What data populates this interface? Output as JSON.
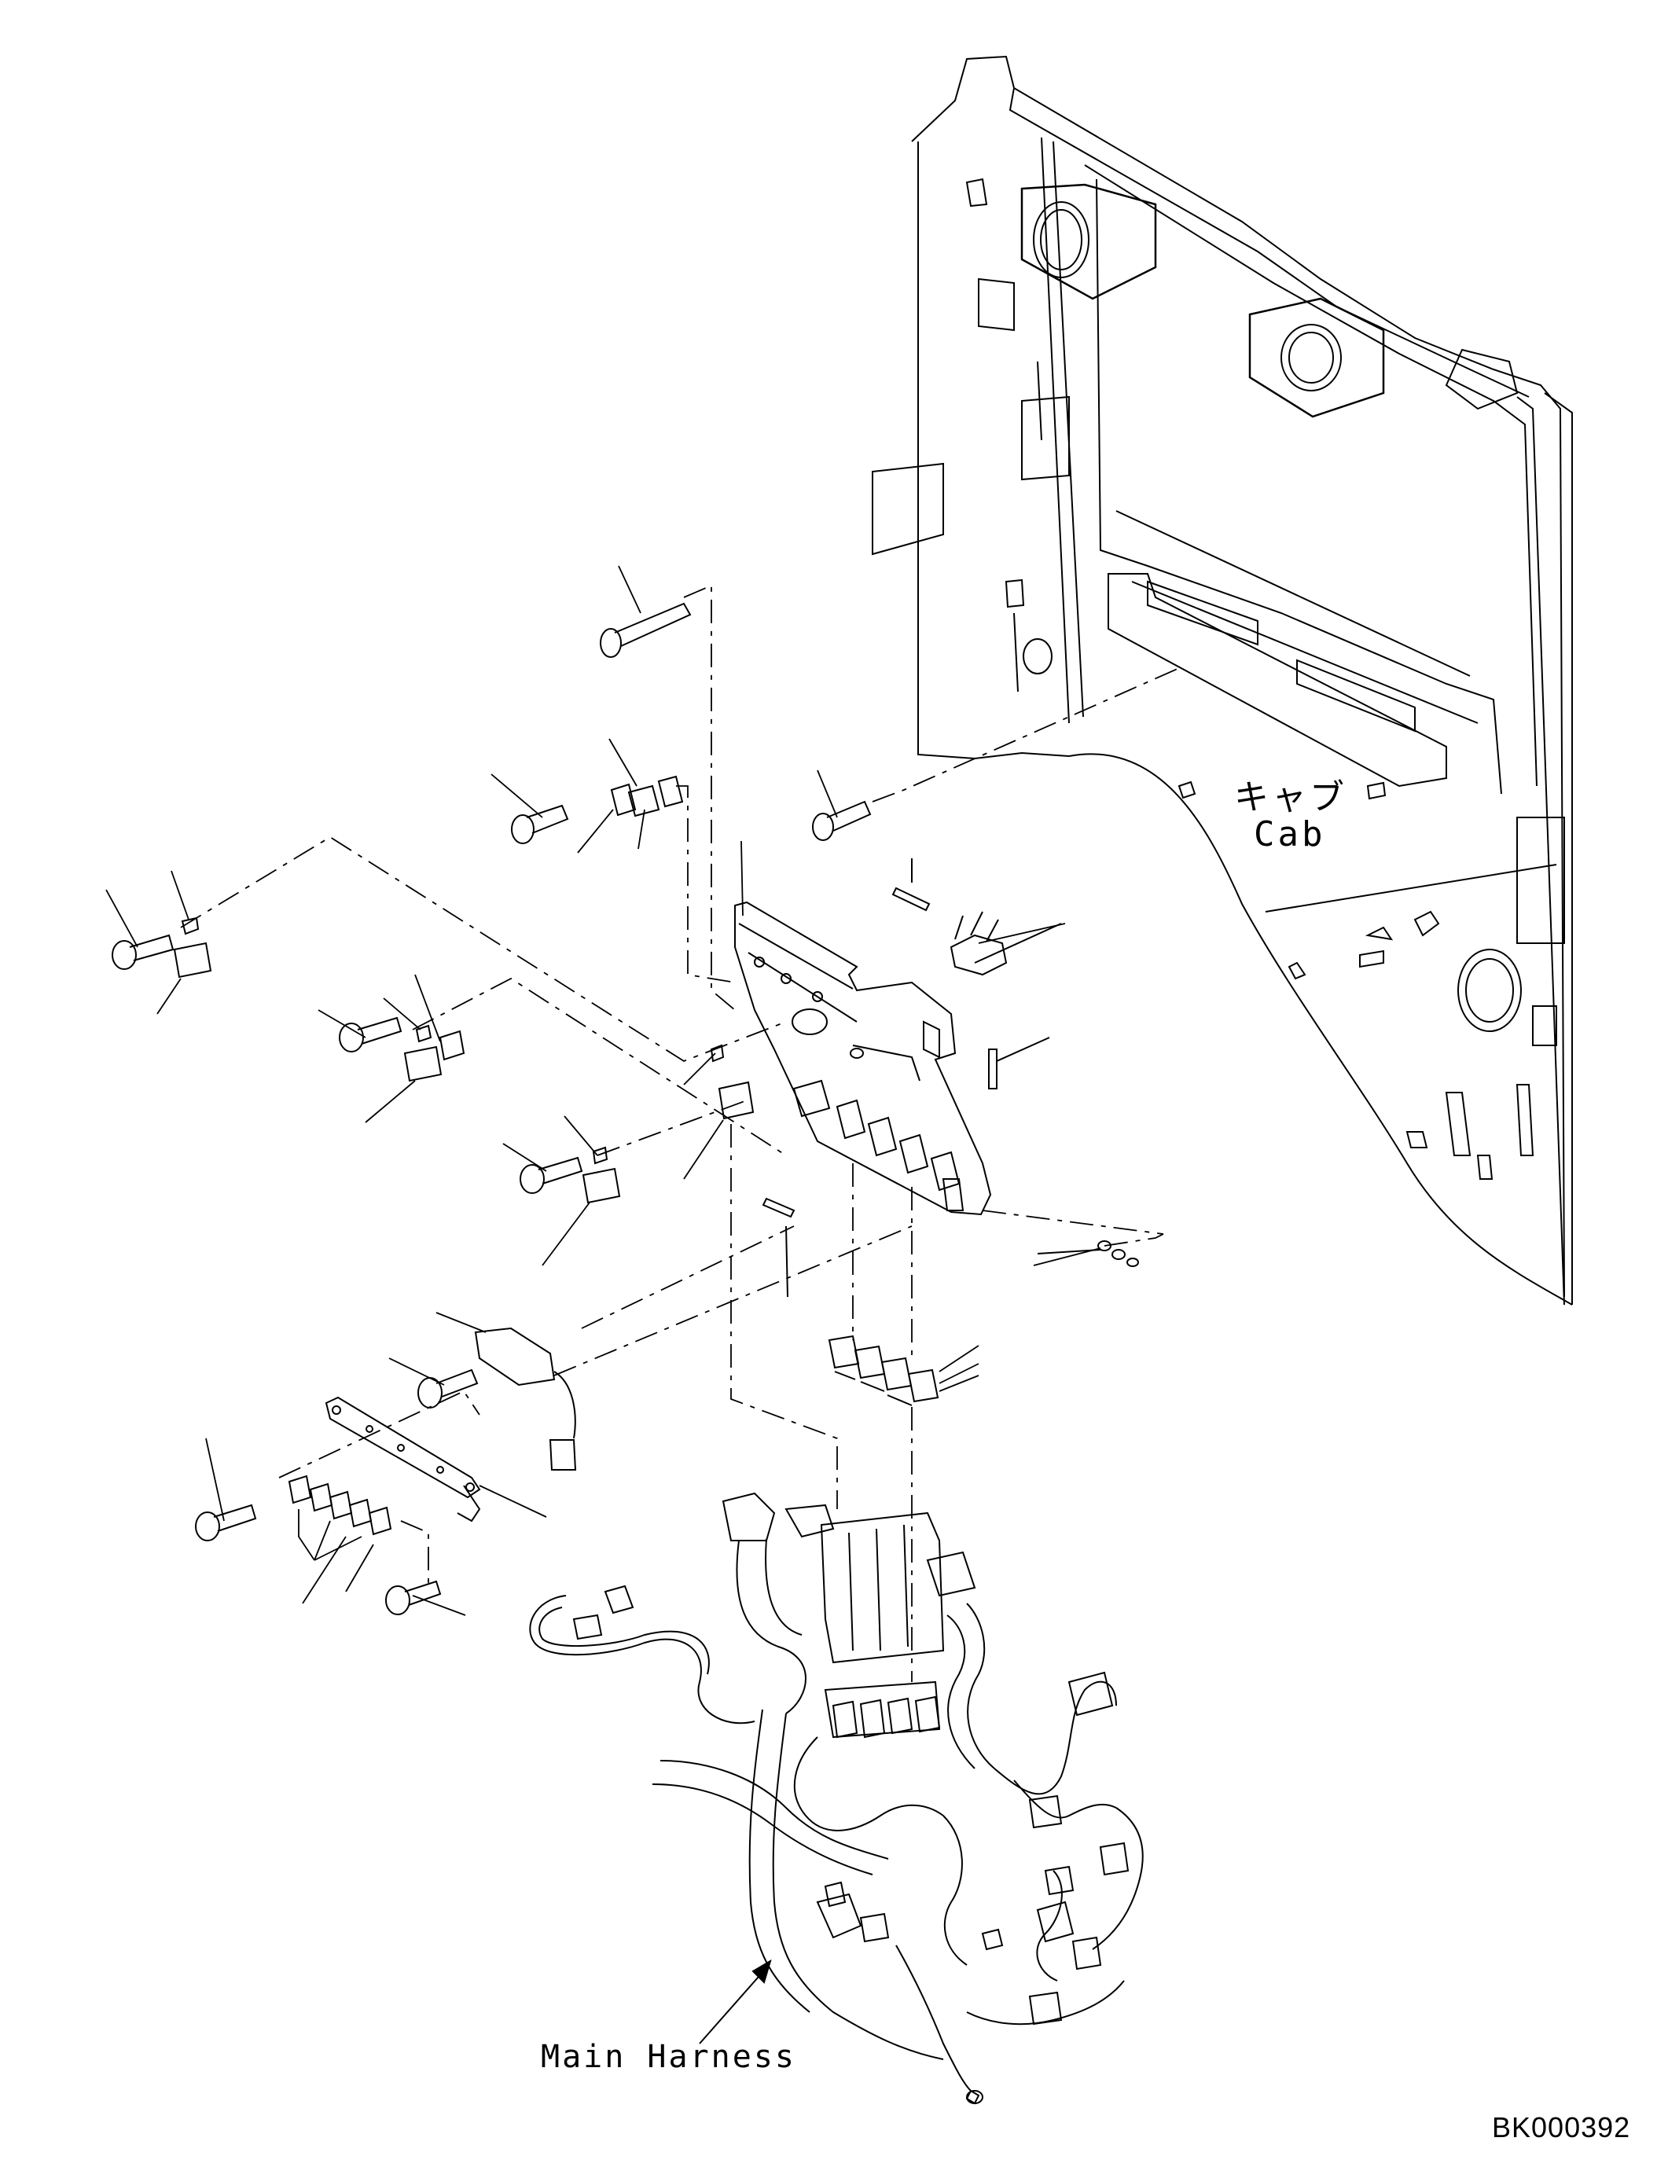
{
  "labels": {
    "cab_jp": "キャブ",
    "cab_en": "Cab",
    "main_harness": "Main Harness",
    "doc_id": "BK000392"
  },
  "colors": {
    "line": "#000000",
    "background": "#ffffff"
  }
}
